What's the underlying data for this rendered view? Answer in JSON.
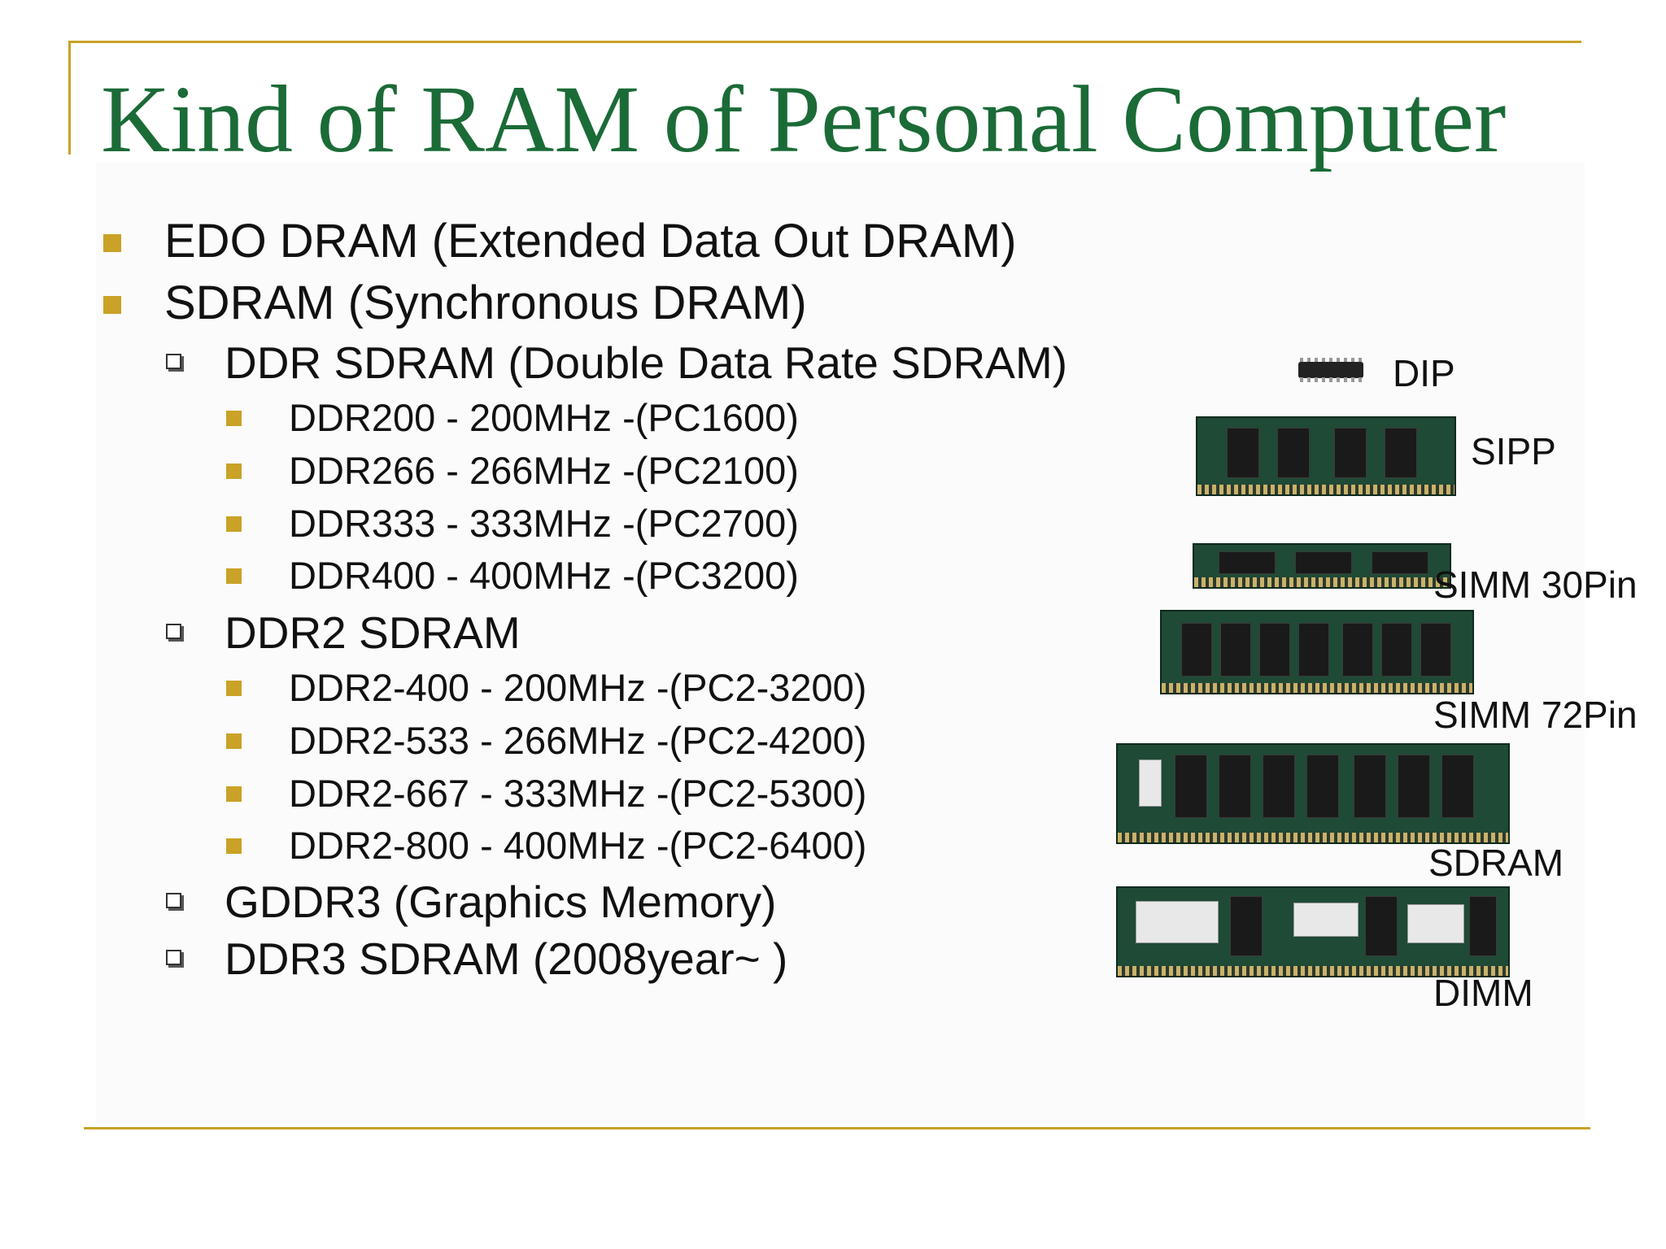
{
  "slide": {
    "title": "Kind of RAM of Personal Computer",
    "bullets": [
      {
        "level": 1,
        "text": "EDO DRAM (Extended Data Out DRAM)"
      },
      {
        "level": 1,
        "text": "SDRAM (Synchronous DRAM)"
      },
      {
        "level": 2,
        "text": "DDR SDRAM (Double Data Rate SDRAM)"
      },
      {
        "level": 3,
        "text": "DDR200 - 200MHz -(PC1600)"
      },
      {
        "level": 3,
        "text": "DDR266 - 266MHz -(PC2100)"
      },
      {
        "level": 3,
        "text": "DDR333 - 333MHz -(PC2700)"
      },
      {
        "level": 3,
        "text": "DDR400 - 400MHz -(PC3200)"
      },
      {
        "level": 2,
        "text": "DDR2 SDRAM"
      },
      {
        "level": 3,
        "text": "DDR2-400 - 200MHz -(PC2-3200)"
      },
      {
        "level": 3,
        "text": "DDR2-533 - 266MHz -(PC2-4200)"
      },
      {
        "level": 3,
        "text": "DDR2-667 - 333MHz -(PC2-5300)"
      },
      {
        "level": 3,
        "text": "DDR2-800 - 400MHz -(PC2-6400)"
      },
      {
        "level": 2,
        "text": "GDDR3 (Graphics Memory)"
      },
      {
        "level": 2,
        "text": "DDR3 SDRAM (2008year~ )"
      }
    ],
    "modules": [
      "DIP",
      "SIPP",
      "SIMM 30Pin",
      "SIMM 72Pin",
      "SDRAM",
      "DIMM"
    ]
  },
  "colors": {
    "title": "#1b6b37",
    "accent": "#c9a227",
    "text": "#111111",
    "pcb": "#1f4a36"
  }
}
